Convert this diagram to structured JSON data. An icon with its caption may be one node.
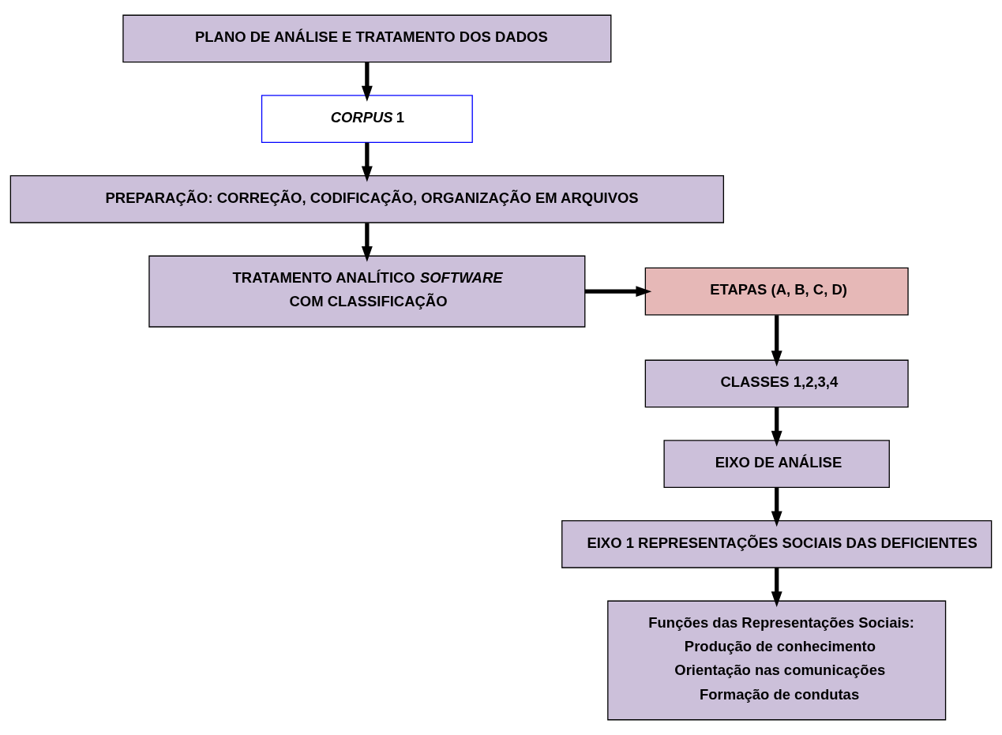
{
  "diagram": {
    "nodes": [
      {
        "text": [
          "PLANO DE ANÁLISE E TRATAMENTO DOS DADOS"
        ]
      },
      {
        "text": [
          "*CORPUS* 1"
        ]
      },
      {
        "text": [
          "PREPARAÇÃO: CORREÇÃO, CODIFICAÇÃO, ORGANIZAÇÃO EM ARQUIVOS"
        ]
      },
      {
        "text": [
          "TRATAMENTO ANALÍTICO *SOFTWARE*",
          "COM CLASSIFICAÇÃO"
        ]
      },
      {
        "text": [
          "ETAPAS (A, B, C, D)"
        ]
      },
      {
        "text": [
          "CLASSES 1,2,3,4"
        ]
      },
      {
        "text": [
          "EIXO DE ANÁLISE"
        ]
      },
      {
        "text": [
          "EIXO 1 REPRESENTAÇÕES SOCIAIS DAS DEFICIENTES"
        ]
      },
      {
        "text": [
          "Funções das Representações Sociais:",
          "Produção de conhecimento",
          "Orientação nas comunicações",
          "Formação de condutas"
        ]
      }
    ],
    "edges": [
      {
        "from": 0,
        "to": 1,
        "arrow": "to"
      },
      {
        "from": 1,
        "to": 2,
        "arrow": "to"
      },
      {
        "from": 2,
        "to": 3,
        "arrow": "to"
      },
      {
        "from": 3,
        "to": 4,
        "arrow": "to"
      },
      {
        "from": 4,
        "to": 5,
        "arrow": "to"
      },
      {
        "from": 5,
        "to": 6,
        "arrow": "to"
      },
      {
        "from": 6,
        "to": 7,
        "arrow": "to"
      },
      {
        "from": 7,
        "to": 8,
        "arrow": "to"
      }
    ]
  }
}
